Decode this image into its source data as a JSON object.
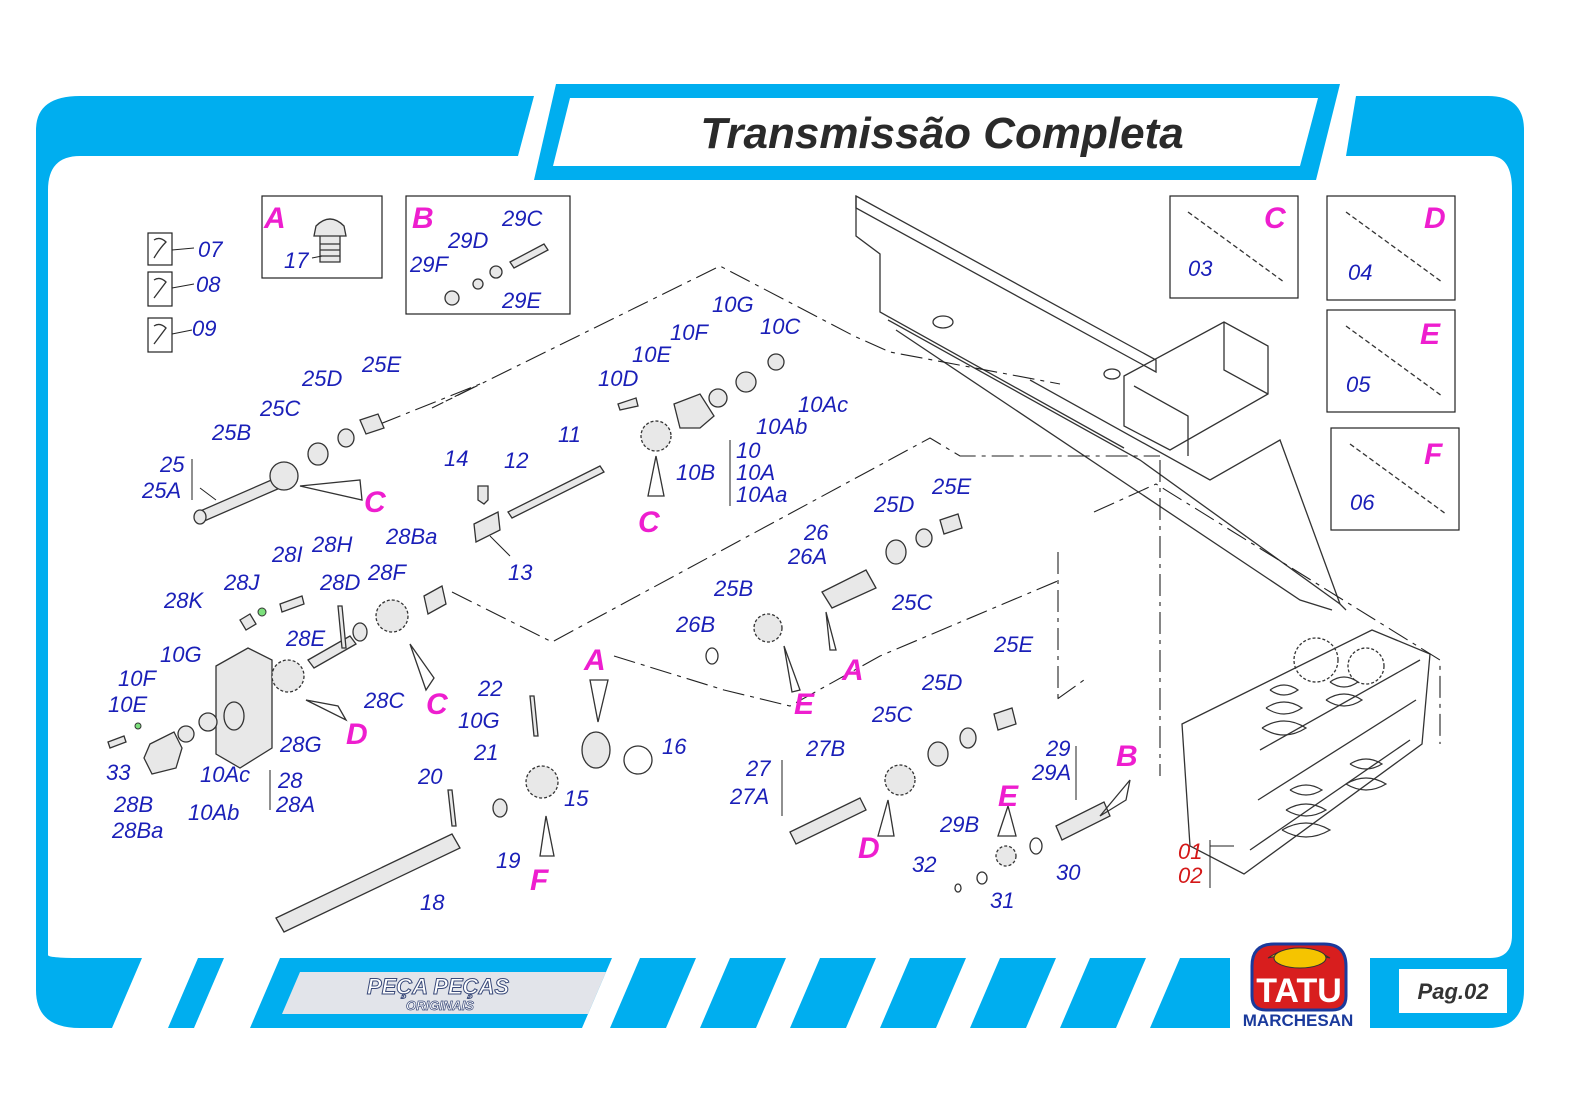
{
  "title": "Transmissão Completa",
  "page_label": "Pag.02",
  "brand": {
    "logo_text": "TATU",
    "subtitle": "MARCHESAN"
  },
  "footer_stamp": {
    "line1": "PEÇA PEÇAS",
    "line2": "ORIGINAIS"
  },
  "colors": {
    "frame_blue": "#00aeef",
    "label_blue": "#1a1fb8",
    "tag_magenta": "#ee1ecf",
    "label_red": "#d41818"
  },
  "detail_boxes": [
    {
      "tag": "A",
      "labels": [
        "17"
      ]
    },
    {
      "tag": "B",
      "labels": [
        "29C",
        "29D",
        "29F",
        "29E"
      ]
    },
    {
      "tag": "C",
      "labels": [
        "03"
      ]
    },
    {
      "tag": "D",
      "labels": [
        "04"
      ]
    },
    {
      "tag": "E",
      "labels": [
        "05"
      ]
    },
    {
      "tag": "F",
      "labels": [
        "06"
      ]
    }
  ],
  "chain_links": [
    "07",
    "08",
    "09"
  ],
  "part_labels": {
    "p25": "25",
    "p25A": "25A",
    "p25B": "25B",
    "p25C": "25C",
    "p25D": "25D",
    "p25E": "25E",
    "p14": "14",
    "p12": "12",
    "p11": "11",
    "p13": "13",
    "p10D": "10D",
    "p10E": "10E",
    "p10F": "10F",
    "p10G": "10G",
    "p10C": "10C",
    "p10Ac": "10Ac",
    "p10Ab": "10Ab",
    "p10": "10",
    "p10A": "10A",
    "p10Aa": "10Aa",
    "p10B": "10B",
    "q26": "26",
    "q26A": "26A",
    "q25D": "25D",
    "q25E": "25E",
    "q25C": "25C",
    "q25B": "25B",
    "q26B": "26B",
    "r28I": "28I",
    "r28H": "28H",
    "r28Ba": "28Ba",
    "r28J": "28J",
    "r28D": "28D",
    "r28F": "28F",
    "r28K": "28K",
    "r28E": "28E",
    "r28C": "28C",
    "r28G": "28G",
    "r28": "28",
    "r28A": "28A",
    "r28B": "28B",
    "r28Ba2": "28Ba",
    "s10G": "10G",
    "s10F": "10F",
    "s10E": "10E",
    "s33": "33",
    "s10Ac": "10Ac",
    "s10Ab": "10Ab",
    "t22": "22",
    "t10G": "10G",
    "t21": "21",
    "t16": "16",
    "t15": "15",
    "t20": "20",
    "t19": "19",
    "t18": "18",
    "u25E": "25E",
    "u25D": "25D",
    "u25C": "25C",
    "u27B": "27B",
    "u27": "27",
    "u27A": "27A",
    "u29": "29",
    "u29A": "29A",
    "u29B": "29B",
    "u32": "32",
    "u31": "31",
    "u30": "30",
    "v01": "01",
    "v02": "02"
  },
  "callout_tags": {
    "c1": "C",
    "c2": "C",
    "c3": "C",
    "a1": "A",
    "e1": "E",
    "d1": "D",
    "a2": "A",
    "f1": "F",
    "b1": "B",
    "e2": "E",
    "d2": "D"
  }
}
